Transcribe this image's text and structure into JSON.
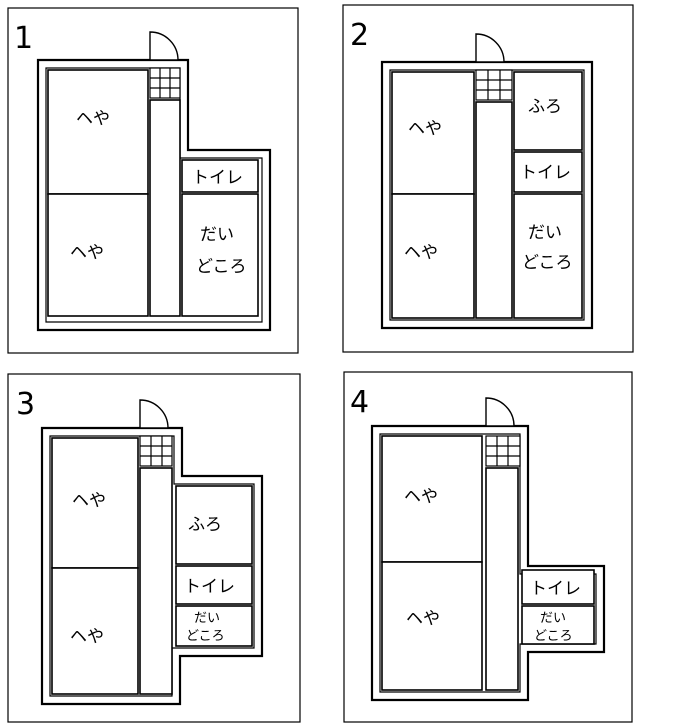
{
  "plans": [
    {
      "number": "1",
      "rooms": {
        "heya_top": "ヘや",
        "heya_bottom": "ヘや",
        "toilet": "トイレ",
        "kitchen_1": "だい",
        "kitchen_2": "どころ"
      }
    },
    {
      "number": "2",
      "rooms": {
        "heya_top": "ヘや",
        "heya_bottom": "ヘや",
        "bath": "ふろ",
        "toilet": "トイレ",
        "kitchen_1": "だい",
        "kitchen_2": "どころ"
      }
    },
    {
      "number": "3",
      "rooms": {
        "heya_top": "ヘや",
        "heya_bottom": "ヘや",
        "bath": "ふろ",
        "toilet": "トイレ",
        "kitchen_1": "だい",
        "kitchen_2": "どころ"
      }
    },
    {
      "number": "4",
      "rooms": {
        "heya_top": "ヘや",
        "heya_bottom": "ヘや",
        "toilet": "トイレ",
        "kitchen_1": "だい",
        "kitchen_2": "どころ"
      }
    }
  ]
}
